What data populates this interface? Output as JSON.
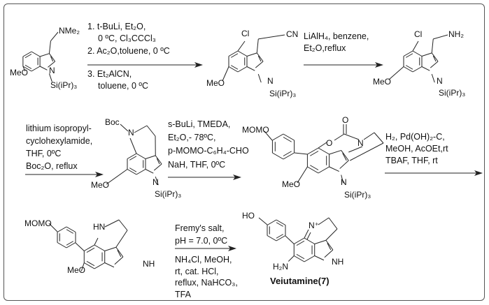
{
  "step1": {
    "reagents": [
      "1. t-BuLi, Et₂O,",
      "0 ºC, Cl₃CCCl₃",
      "2. Ac₂O,toluene, 0 ºC",
      "3. Et₂AlCN,",
      "toluene, 0 ºC"
    ]
  },
  "step2": {
    "reagents": [
      "LiAlH₄, benzene,",
      "Et₂O,reflux"
    ]
  },
  "step3": {
    "reagents": [
      "lithium isopropyl-",
      "cyclohexylamide,",
      "THF, 0ºC",
      "Boc₂O, reflux"
    ]
  },
  "step4": {
    "reagents": [
      "s-BuLi, TMEDA,",
      "Et₂O,- 78ºC,",
      "p-MOMO-C₆H₄-CHO",
      "NaH, THF, 0ºC"
    ]
  },
  "step5": {
    "reagents": [
      "H₂, Pd(OH)₂-C,",
      "MeOH, AcOEt,rt",
      "TBAF, THF, rt"
    ]
  },
  "step6": {
    "reagents_above": [
      "Fremy's salt,",
      "pH = 7.0, 0ºC"
    ],
    "reagents_below": [
      "NH₄Cl, MeOH,",
      "rt, cat. HCl,",
      "reflux, NaHCO₃,",
      "TFA"
    ]
  },
  "compound1": {
    "NMe2": "NMe₂",
    "MeO": "MeO",
    "N": "N",
    "Si": "Si(iPr)₃"
  },
  "compound2": {
    "Cl": "Cl",
    "CN": "CN",
    "MeO": "MeO",
    "N": "N",
    "Si": "Si(iPr)₃"
  },
  "compound3": {
    "Cl": "Cl",
    "NH2": "NH₂",
    "MeO": "MeO",
    "N": "N",
    "Si": "Si(iPr)₃"
  },
  "compound4": {
    "Boc": "Boc",
    "N1": "N",
    "MeO": "MeO",
    "N2": "N",
    "Si": "Si(iPr)₃"
  },
  "compound5": {
    "MOMO": "MOMO",
    "O_carbonyl": "O",
    "O_ring": "O",
    "N1": "N",
    "MeO": "MeO",
    "N2": "N",
    "Si": "Si(iPr)₃"
  },
  "compound6": {
    "MOMO": "MOMO",
    "HN": "HN",
    "MeO": "MeO",
    "NH": "NH"
  },
  "compound7": {
    "HO": "HO",
    "N_plus": "N⁺",
    "H2N": "H₂N",
    "NH": "NH",
    "name": "Veiutamine(7)"
  }
}
